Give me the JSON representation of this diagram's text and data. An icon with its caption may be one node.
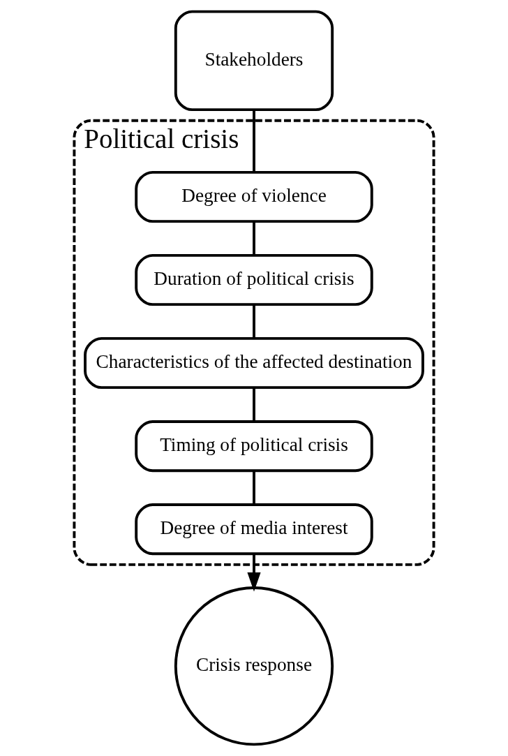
{
  "diagram": {
    "nodes": [
      {
        "text": [
          "Stakeholders"
        ]
      },
      {
        "text": [
          "Political crisis"
        ]
      },
      {
        "text": [
          "Degree of violence"
        ],
        "in": 1
      },
      {
        "text": [
          "Duration of political crisis"
        ],
        "in": 1
      },
      {
        "text": [
          "Characteristics of the affected destination"
        ],
        "in": 1
      },
      {
        "text": [
          "Timing of political crisis"
        ],
        "in": 1
      },
      {
        "text": [
          "Degree of media interest"
        ],
        "in": 1
      },
      {
        "text": [
          "Crisis response"
        ]
      }
    ],
    "edges": [
      {
        "from": 0,
        "to": 2,
        "arrow": "none"
      },
      {
        "from": 2,
        "to": 3,
        "arrow": "none"
      },
      {
        "from": 3,
        "to": 4,
        "arrow": "none"
      },
      {
        "from": 4,
        "to": 5,
        "arrow": "none"
      },
      {
        "from": 5,
        "to": 6,
        "arrow": "none"
      },
      {
        "from": 6,
        "to": 7,
        "arrow": "to"
      }
    ]
  }
}
